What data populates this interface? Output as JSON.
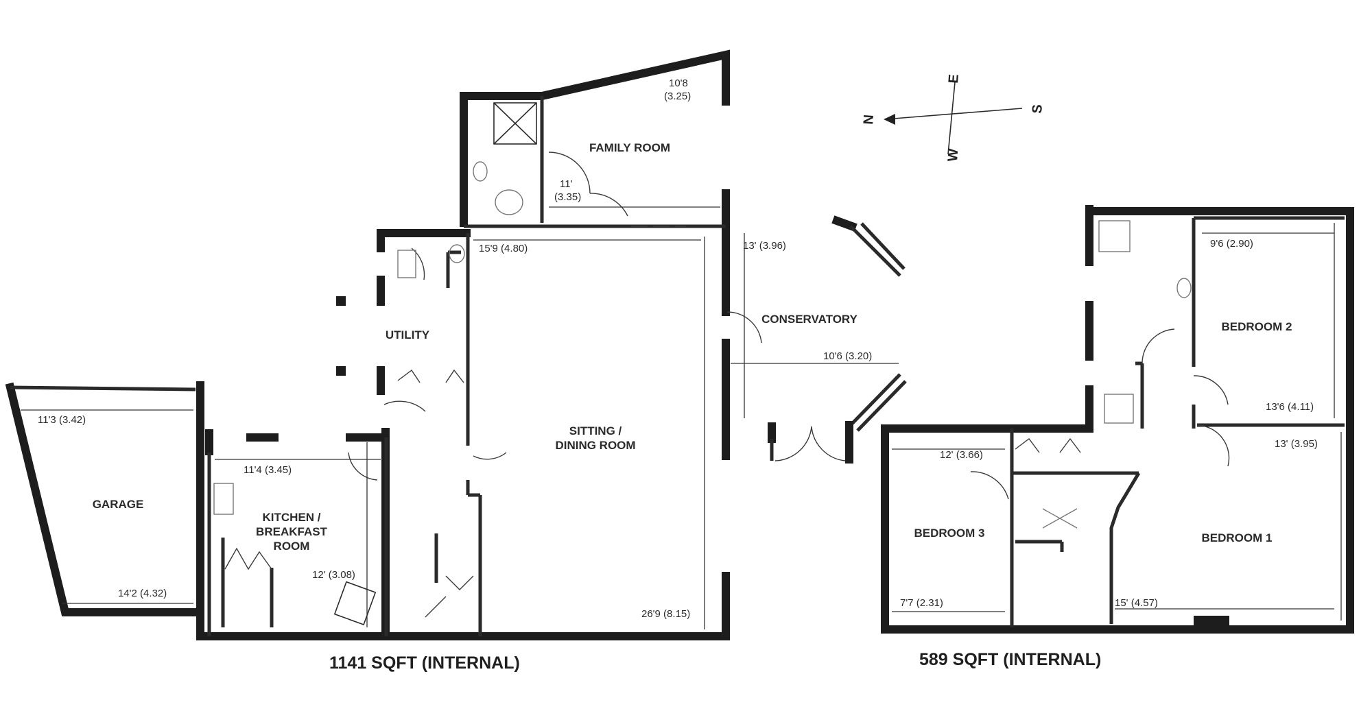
{
  "floor_plan": {
    "ground_floor": {
      "area": "1141 SQFT (INTERNAL)",
      "rooms": {
        "garage": {
          "name": "GARAGE",
          "dims": [
            "11'3 (3.42)",
            "14'2 (4.32)"
          ]
        },
        "kitchen": {
          "name_lines": [
            "KITCHEN /",
            "BREAKFAST",
            "ROOM"
          ],
          "dims": [
            "11'4 (3.45)",
            "12' (3.08)"
          ]
        },
        "utility": {
          "name": "UTILITY"
        },
        "family_room": {
          "name": "FAMILY ROOM",
          "dims": [
            "10'8",
            "(3.25)",
            "11'",
            "(3.35)"
          ]
        },
        "sitting_dining": {
          "name_lines": [
            "SITTING /",
            "DINING ROOM"
          ],
          "dims": [
            "15'9 (4.80)",
            "26'9 (8.15)"
          ]
        },
        "conservatory": {
          "name": "CONSERVATORY",
          "dims": [
            "13' (3.96)",
            "10'6 (3.20)"
          ]
        }
      }
    },
    "first_floor": {
      "area": "589 SQFT (INTERNAL)",
      "rooms": {
        "bedroom_1": {
          "name": "BEDROOM 1",
          "dims": [
            "13' (3.95)",
            "15' (4.57)"
          ]
        },
        "bedroom_2": {
          "name": "BEDROOM 2",
          "dims": [
            "9'6 (2.90)",
            "13'6 (4.11)"
          ]
        },
        "bedroom_3": {
          "name": "BEDROOM 3",
          "dims": [
            "12' (3.66)",
            "7'7 (2.31)"
          ]
        }
      }
    },
    "compass": {
      "north": "N",
      "south": "S",
      "east": "E",
      "west": "W"
    }
  }
}
